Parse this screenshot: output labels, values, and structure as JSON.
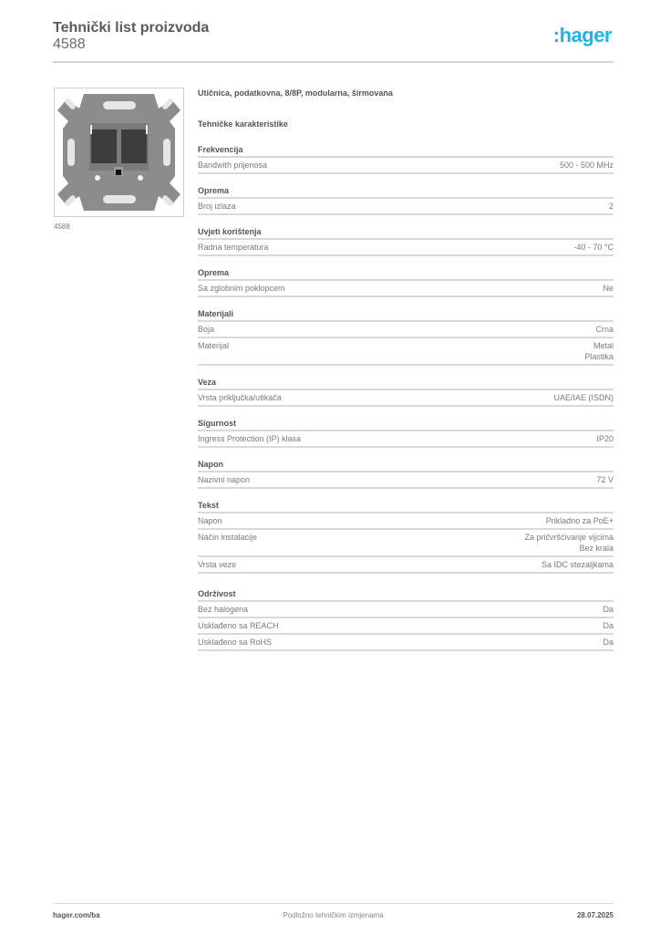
{
  "header": {
    "title": "Tehnički list proizvoda",
    "product_number": "4588",
    "logo": ":hager",
    "brand_color": "#1fb3ec"
  },
  "product": {
    "image_alt": "data-socket-module-image",
    "image_caption": "4588",
    "description": "Utičnica, podatkovna, 8/8P, modularna, širmovana",
    "tech_section_title": "Tehničke karakteristike"
  },
  "groups": [
    {
      "title": "Frekvencija",
      "rows": [
        {
          "label": "Bandwith prijenosa",
          "values": [
            "500 - 500 MHz"
          ]
        }
      ]
    },
    {
      "title": "Oprema",
      "rows": [
        {
          "label": "Broj izlaza",
          "values": [
            "2"
          ]
        }
      ]
    },
    {
      "title": "Uvjeti korištenja",
      "rows": [
        {
          "label": "Radna temperatura",
          "values": [
            "-40 - 70 °C"
          ]
        }
      ]
    },
    {
      "title": "Oprema",
      "rows": [
        {
          "label": "Sa zglobnim poklopcem",
          "values": [
            "Ne"
          ]
        }
      ]
    },
    {
      "title": "Materijali",
      "rows": [
        {
          "label": "Boja",
          "values": [
            "Crna"
          ]
        },
        {
          "label": "Materijal",
          "values": [
            "Metal",
            "Plastika"
          ]
        }
      ]
    },
    {
      "title": "Veza",
      "rows": [
        {
          "label": "Vrsta priključka/utikača",
          "values": [
            "UAE/IAE (ISDN)"
          ]
        }
      ]
    },
    {
      "title": "Sigurnost",
      "rows": [
        {
          "label": "Ingress Protection (IP) klasa",
          "values": [
            "IP20"
          ]
        }
      ]
    },
    {
      "title": "Napon",
      "rows": [
        {
          "label": "Nazivni napon",
          "values": [
            "72 V"
          ]
        }
      ]
    },
    {
      "title": "Tekst",
      "rows": [
        {
          "label": "Napon",
          "values": [
            "Prikladno za PoE+"
          ]
        },
        {
          "label": "Način instalacije",
          "values": [
            "Za pričvršćivanje vijcima",
            "Bez krala"
          ]
        },
        {
          "label": "Vrsta veze",
          "values": [
            "Sa IDC stezaljkama"
          ]
        }
      ]
    },
    {
      "title": "Održivost",
      "rows": [
        {
          "label": "Bez halogena",
          "values": [
            "Da"
          ]
        },
        {
          "label": "Usklađeno sa REACH",
          "values": [
            "Da"
          ]
        },
        {
          "label": "Usklađeno sa RoHS",
          "values": [
            "Da"
          ]
        }
      ]
    }
  ],
  "footer": {
    "website": "hager.com/ba",
    "notice": "Podložno tehničkim izmjenama",
    "date": "28.07.2025"
  }
}
